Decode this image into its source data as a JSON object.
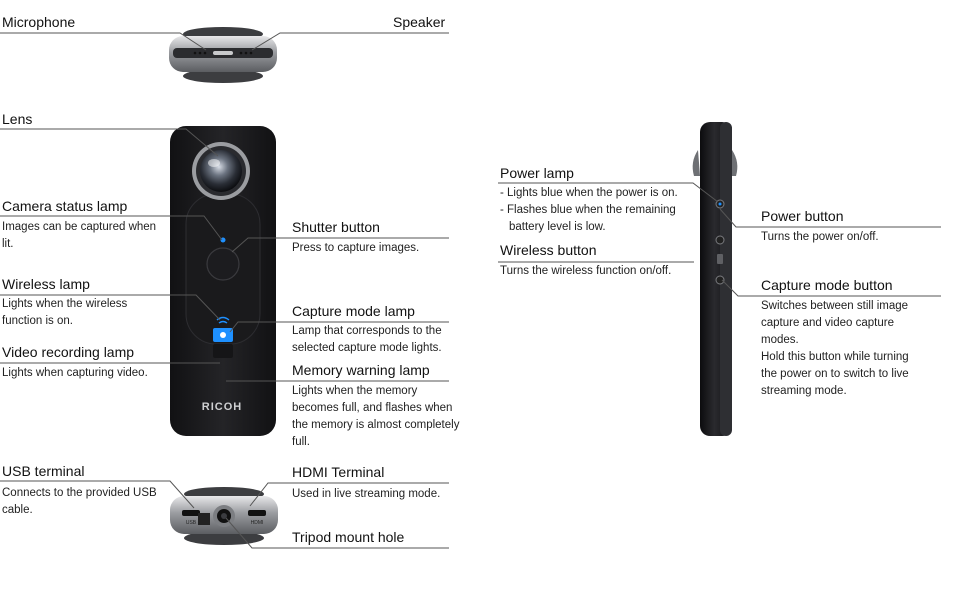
{
  "labels": {
    "microphone": {
      "title": "Microphone"
    },
    "speaker": {
      "title": "Speaker"
    },
    "lens": {
      "title": "Lens"
    },
    "camera_status_lamp": {
      "title": "Camera status lamp",
      "desc": [
        "Images can be captured when",
        "lit."
      ]
    },
    "shutter_button": {
      "title": "Shutter button",
      "desc": [
        "Press to capture images."
      ]
    },
    "wireless_lamp": {
      "title": "Wireless lamp",
      "desc": [
        "Lights when the wireless",
        "function is on."
      ]
    },
    "capture_mode_lamp": {
      "title": "Capture mode lamp",
      "desc": [
        "Lamp that corresponds to the",
        "selected capture mode lights."
      ]
    },
    "video_recording_lamp": {
      "title": "Video recording lamp",
      "desc": [
        "Lights when capturing video."
      ]
    },
    "memory_warning_lamp": {
      "title": "Memory warning lamp",
      "desc": [
        "Lights when the memory",
        "becomes full, and flashes when",
        "the memory is almost completely",
        "full."
      ]
    },
    "usb_terminal": {
      "title": "USB terminal",
      "desc": [
        "Connects to the provided USB",
        "cable."
      ]
    },
    "hdmi_terminal": {
      "title": "HDMI Terminal",
      "desc": [
        "Used in live streaming mode."
      ]
    },
    "tripod_mount_hole": {
      "title": "Tripod mount hole"
    },
    "power_lamp": {
      "title": "Power lamp",
      "desc": [
        "- Lights blue when the power is on.",
        "- Flashes blue when the remaining",
        "   battery level is low."
      ]
    },
    "wireless_button": {
      "title": "Wireless button",
      "desc": [
        "Turns the wireless function on/off."
      ]
    },
    "power_button": {
      "title": "Power button",
      "desc": [
        "Turns the power on/off."
      ]
    },
    "capture_mode_button": {
      "title": "Capture mode button",
      "desc": [
        "Switches between still image",
        "capture and video capture",
        "modes.",
        "Hold this button while turning",
        "the power on to switch to live",
        "streaming mode."
      ]
    }
  },
  "device": {
    "brand": "RICOH",
    "usb_label": "USB",
    "hdmi_label": "HDMI"
  },
  "colors": {
    "body": "#1b1b1d",
    "lamp_blue": "#1e90ff",
    "line": "#555555"
  }
}
